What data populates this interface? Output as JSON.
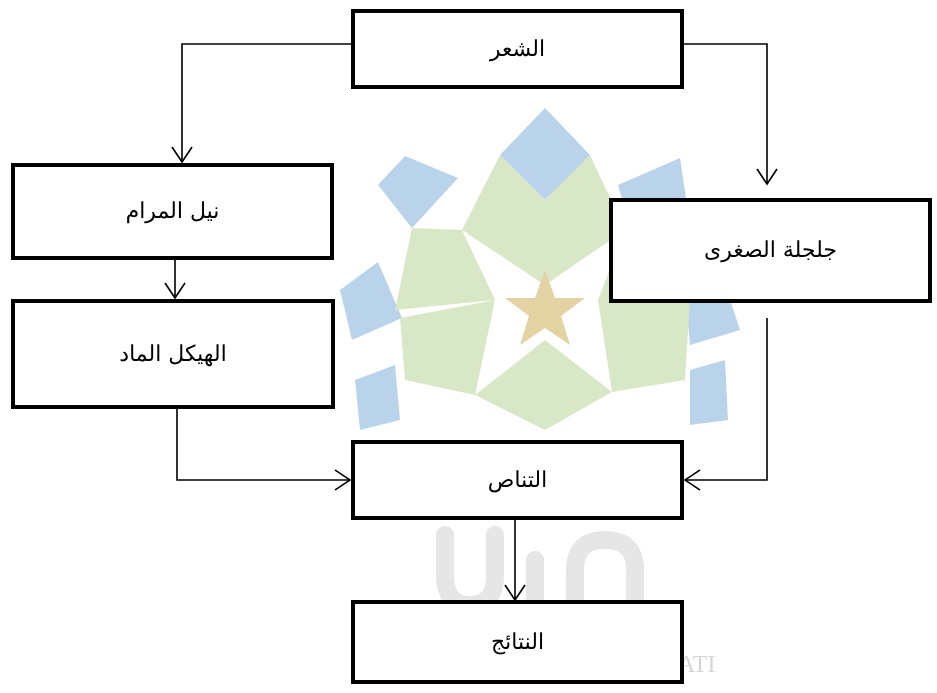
{
  "diagram": {
    "nodes": {
      "poetry": "الشعر",
      "nayl_al_maram": "نيل المرام",
      "jaljala_al_sughra": "جلجلة الصغرى",
      "al_haykal_al_mad": "الهيكل الماد",
      "al_tanas": "التناص",
      "results": "النتائج"
    },
    "edges": [
      {
        "from": "poetry",
        "to": "nayl_al_maram"
      },
      {
        "from": "poetry",
        "to": "jaljala_al_sughra"
      },
      {
        "from": "nayl_al_maram",
        "to": "al_haykal_al_mad"
      },
      {
        "from": "al_haykal_al_mad",
        "to": "al_tanas"
      },
      {
        "from": "jaljala_al_sughra",
        "to": "al_tanas"
      },
      {
        "from": "al_tanas",
        "to": "results"
      }
    ]
  },
  "watermark": {
    "logo_text": "uin",
    "partial_text": "ATI",
    "colors": {
      "blue": "#b9d3ea",
      "green": "#d8e8c6",
      "gold": "#e3d2a2",
      "gray": "#e6e6e6"
    }
  }
}
